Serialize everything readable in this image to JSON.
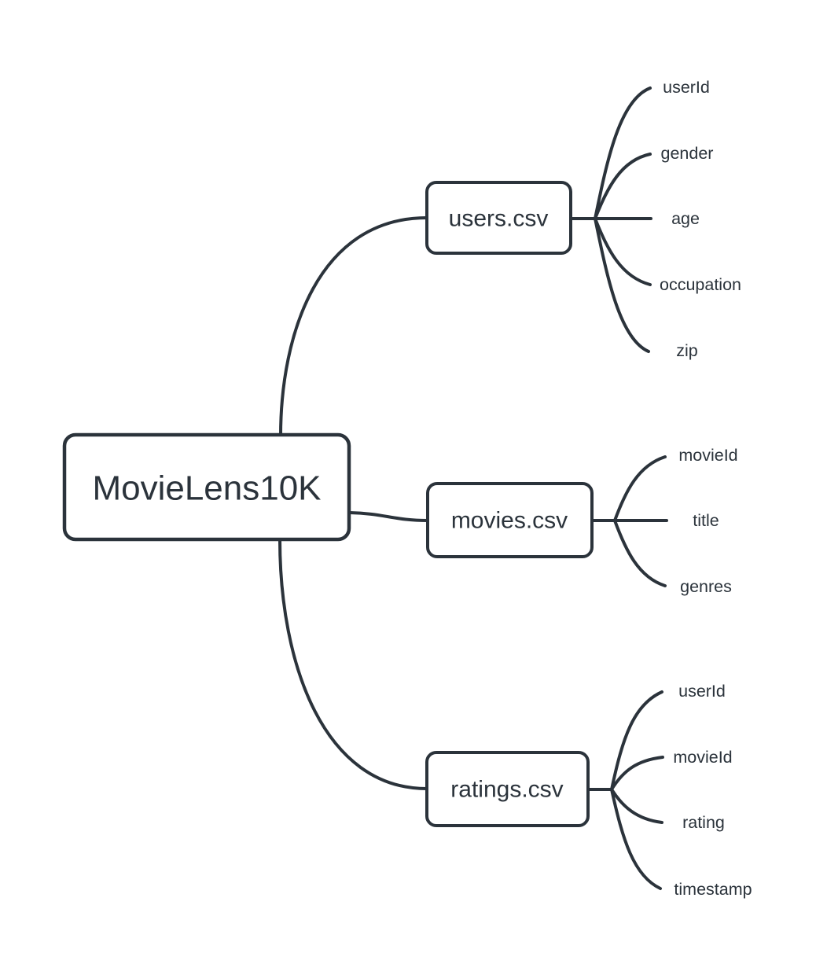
{
  "diagram": {
    "type": "mindmap",
    "ink_color": "#2b333b",
    "background_color": "#ffffff",
    "root": {
      "label": "MovieLens10K"
    },
    "files": [
      {
        "label": "users.csv",
        "fields": [
          "userId",
          "gender",
          "age",
          "occupation",
          "zip"
        ]
      },
      {
        "label": "movies.csv",
        "fields": [
          "movieId",
          "title",
          "genres"
        ]
      },
      {
        "label": "ratings.csv",
        "fields": [
          "userId",
          "movieId",
          "rating",
          "timestamp"
        ]
      }
    ]
  }
}
